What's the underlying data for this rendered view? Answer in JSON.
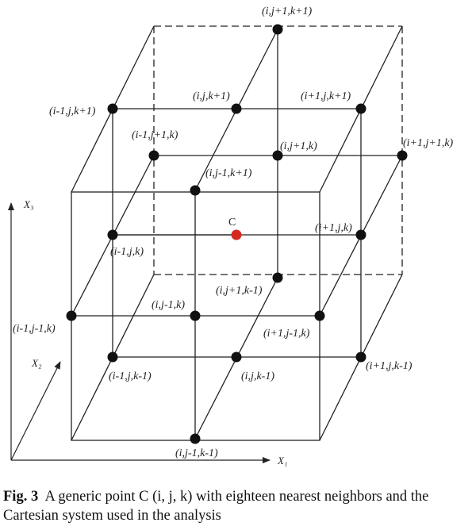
{
  "points": {
    "i,j+1,k+1": "(i,j+1,k+1)",
    "i-1,j,k+1": "(i-1,j,k+1)",
    "i,j,k+1": "(i,j,k+1)",
    "i+1,j,k+1": "(i+1,j,k+1)",
    "i-1,j+1,k": "(i-1,j+1,k)",
    "i,j+1,k": "(i,j+1,k)",
    "i+1,j+1,k": "(i+1,j+1,k)",
    "i,j-1,k+1": "(i,j-1,k+1)",
    "center": "C",
    "i+1,j,k": "(i+1,j,k)",
    "i-1,j,k": "(i-1,j,k)",
    "i,j+1,k-1": "(i,j+1,k-1)",
    "i,j-1,k": "(i,j-1,k)",
    "i-1,j-1,k": "(i-1,j-1,k)",
    "i+1,j-1,k": "(i+1,j-1,k)",
    "i-1,j,k-1": "(i-1,j,k-1)",
    "i,j,k-1": "(i,j,k-1)",
    "i+1,j,k-1": "(i+1,j,k-1)",
    "i,j-1,k-1": "(i,j-1,k-1)"
  },
  "axes": {
    "x1": "X₁",
    "x2": "X₂",
    "x3": "X₃"
  },
  "caption": {
    "label": "Fig. 3",
    "text": "A generic point C (i, j, k) with eighteen nearest neighbors and the Cartesian system used in the analysis"
  },
  "colors": {
    "node": "#111111",
    "center_node": "#d42a20",
    "line": "#222222"
  }
}
